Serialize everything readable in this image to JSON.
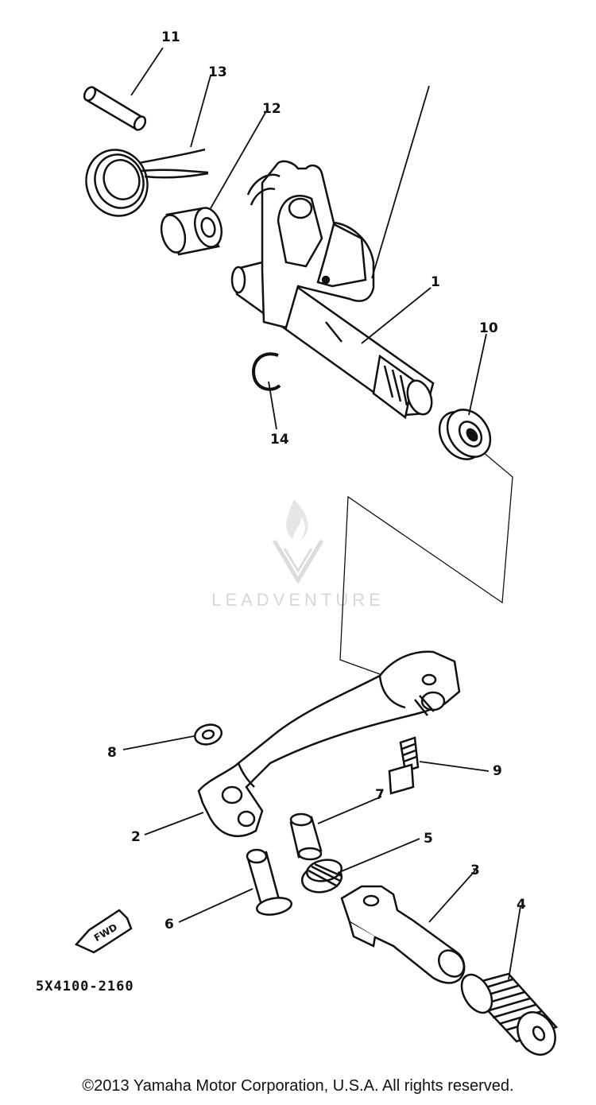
{
  "diagram": {
    "callouts": [
      {
        "id": "11",
        "label": "11"
      },
      {
        "id": "13",
        "label": "13"
      },
      {
        "id": "12",
        "label": "12"
      },
      {
        "id": "1",
        "label": "1"
      },
      {
        "id": "10",
        "label": "10"
      },
      {
        "id": "14",
        "label": "14"
      },
      {
        "id": "8",
        "label": "8"
      },
      {
        "id": "9",
        "label": "9"
      },
      {
        "id": "7",
        "label": "7"
      },
      {
        "id": "2",
        "label": "2"
      },
      {
        "id": "5",
        "label": "5"
      },
      {
        "id": "3",
        "label": "3"
      },
      {
        "id": "4",
        "label": "4"
      },
      {
        "id": "6",
        "label": "6"
      }
    ],
    "part_number": "5X4100-2160",
    "direction_label": "FWD",
    "watermark_text": "LEADVENTURE"
  },
  "footer": {
    "copyright": "©2013 Yamaha Motor Corporation, U.S.A. All rights reserved."
  }
}
